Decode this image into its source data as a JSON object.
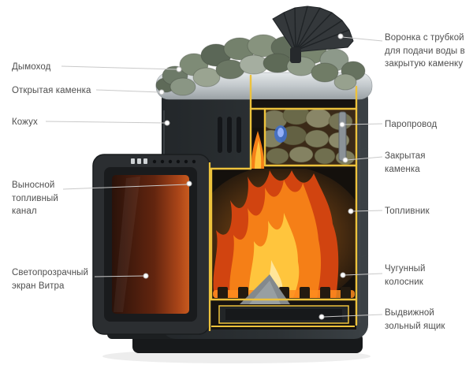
{
  "diagram": {
    "labels_left": [
      {
        "text": "Дымоход"
      },
      {
        "text": "Открытая каменка"
      },
      {
        "text": "Кожух"
      },
      {
        "text": "Выносной топливный канал"
      },
      {
        "text": "Светопрозрачный экран Витра"
      }
    ],
    "labels_right": [
      {
        "text": "Воронка с трубкой для подачи воды в закрытую каменку"
      },
      {
        "text": "Паропровод"
      },
      {
        "text": "Закрытая каменка"
      },
      {
        "text": "Топливник"
      },
      {
        "text": "Чугунный колосник"
      },
      {
        "text": "Выдвижной зольный ящик"
      }
    ],
    "colors": {
      "cut_edge": "#edc23c",
      "fire_outer": "#d14410",
      "fire_mid": "#f57f17",
      "fire_inner": "#ffc53d",
      "stones": "#7e8b76",
      "body": "#2a2e31",
      "steel_rim": "#c9ced1",
      "label_text": "#4f4f4f",
      "leader_line": "#c9c9c9"
    }
  }
}
